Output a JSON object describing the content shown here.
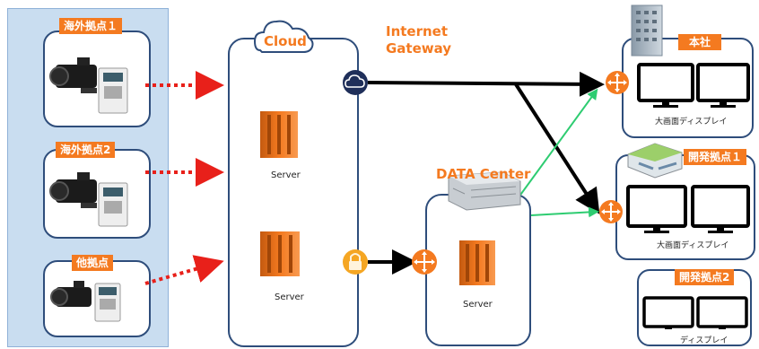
{
  "sites": [
    {
      "label": "海外拠点１"
    },
    {
      "label": "海外拠点2"
    },
    {
      "label": "他拠点"
    }
  ],
  "cloud": {
    "label": "Cloud",
    "servers": [
      "Server",
      "Server"
    ]
  },
  "gateway": {
    "label_line1": "Internet",
    "label_line2": "Gateway"
  },
  "datacenter": {
    "label": "DATA Center",
    "server": "Server"
  },
  "offices": [
    {
      "label": "本社",
      "display": "大画面ディスプレイ"
    },
    {
      "label": "開発拠点１",
      "display": "大画面ディスプレイ"
    },
    {
      "label": "開発拠点2",
      "display": "ディスプレイ"
    }
  ],
  "colors": {
    "accent": "#f47a20",
    "outline": "#2e4d7b",
    "panel": "#c9ddf0",
    "green": "#2ecc71",
    "red": "#e8201a"
  }
}
